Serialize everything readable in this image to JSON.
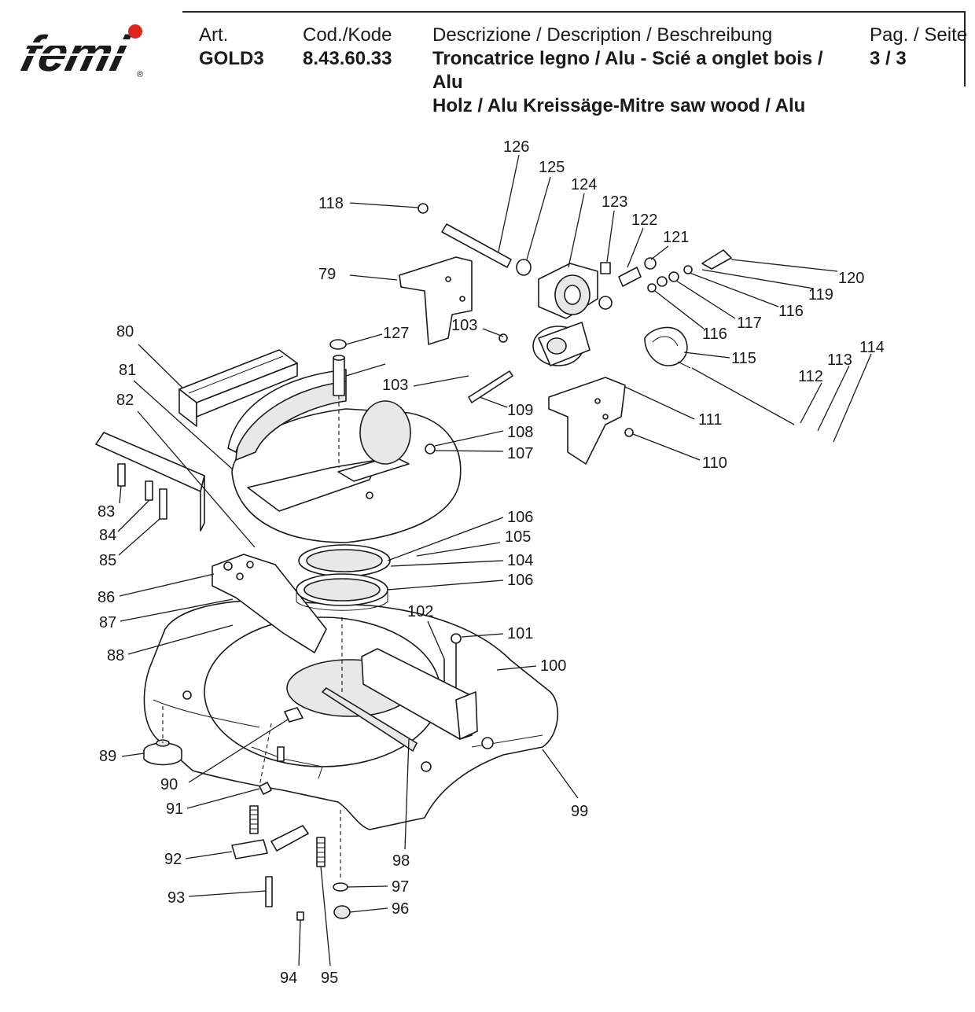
{
  "header": {
    "logo_text": "femi",
    "logo_mark": "®",
    "art_label": "Art.",
    "art_value": "GOLD3",
    "code_label": "Cod./Kode",
    "code_value": "8.43.60.33",
    "desc_label": "Descrizione / Description / Beschreibung",
    "desc_line1": "Troncatrice legno / Alu - Scié a onglet bois / Alu",
    "desc_line2": "Holz / Alu Kreissäge-Mitre saw wood / Alu",
    "page_label": "Pag. / Seite",
    "page_value": "3 / 3"
  },
  "callouts": {
    "c79": "79",
    "c80": "80",
    "c81": "81",
    "c82": "82",
    "c83": "83",
    "c84": "84",
    "c85": "85",
    "c86": "86",
    "c87": "87",
    "c88": "88",
    "c89": "89",
    "c90": "90",
    "c91": "91",
    "c92": "92",
    "c93": "93",
    "c94": "94",
    "c95": "95",
    "c96": "96",
    "c97": "97",
    "c98": "98",
    "c99": "99",
    "c100": "100",
    "c101": "101",
    "c102": "102",
    "c103a": "103",
    "c103b": "103",
    "c104": "104",
    "c105": "105",
    "c106a": "106",
    "c106b": "106",
    "c107": "107",
    "c108": "108",
    "c109": "109",
    "c110": "110",
    "c111": "111",
    "c112": "112",
    "c113": "113",
    "c114": "114",
    "c115": "115",
    "c116a": "116",
    "c116b": "116",
    "c117": "117",
    "c118": "118",
    "c119": "119",
    "c120": "120",
    "c121": "121",
    "c122": "122",
    "c123": "123",
    "c124": "124",
    "c125": "125",
    "c126": "126",
    "c127": "127"
  },
  "colors": {
    "logo_dot": "#d9261c",
    "ink": "#1a1a1a"
  }
}
